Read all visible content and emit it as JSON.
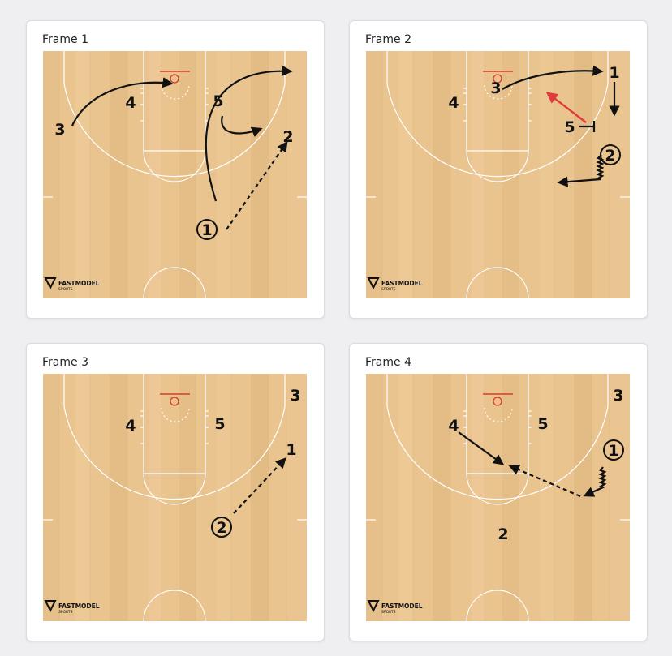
{
  "colors": {
    "wood_light": "#e9c48f",
    "wood_dark": "#d4a76c",
    "court_lines": "#ffffff",
    "rim": "#d93a2b",
    "ink": "#111111",
    "screen_arrow": "#e23b3b"
  },
  "brand": {
    "name": "FASTMODEL",
    "sub": "SPORTS"
  },
  "frames": [
    {
      "title": "Frame 1",
      "players": [
        {
          "label": "1",
          "circled": true
        },
        {
          "label": "2",
          "circled": false
        },
        {
          "label": "3",
          "circled": false
        },
        {
          "label": "4",
          "circled": false
        },
        {
          "label": "5",
          "circled": false
        }
      ]
    },
    {
      "title": "Frame 2",
      "players": [
        {
          "label": "1",
          "circled": false
        },
        {
          "label": "2",
          "circled": true
        },
        {
          "label": "3",
          "circled": false
        },
        {
          "label": "4",
          "circled": false
        },
        {
          "label": "5",
          "circled": false
        }
      ]
    },
    {
      "title": "Frame 3",
      "players": [
        {
          "label": "1",
          "circled": false
        },
        {
          "label": "2",
          "circled": true
        },
        {
          "label": "3",
          "circled": false
        },
        {
          "label": "4",
          "circled": false
        },
        {
          "label": "5",
          "circled": false
        }
      ]
    },
    {
      "title": "Frame 4",
      "players": [
        {
          "label": "1",
          "circled": true
        },
        {
          "label": "2",
          "circled": false
        },
        {
          "label": "3",
          "circled": false
        },
        {
          "label": "4",
          "circled": false
        },
        {
          "label": "5",
          "circled": false
        }
      ]
    }
  ]
}
